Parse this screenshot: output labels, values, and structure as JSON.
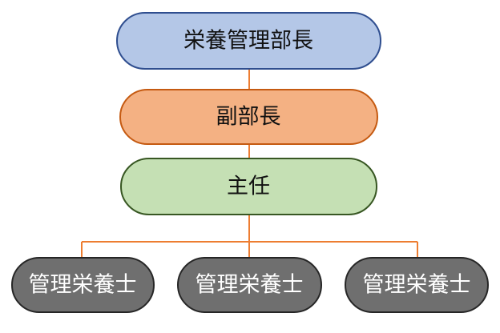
{
  "org_chart": {
    "root": {
      "label": "栄養管理部長",
      "fill": "#b4c7e7",
      "stroke": "#2f4e8f"
    },
    "second": {
      "label": "副部長",
      "fill": "#f4b183",
      "stroke": "#c55a11"
    },
    "third": {
      "label": "主任",
      "fill": "#c5e0b4",
      "stroke": "#385723"
    },
    "staff": [
      {
        "label": "管理栄養士"
      },
      {
        "label": "管理栄養士"
      },
      {
        "label": "管理栄養士"
      }
    ],
    "staff_fill": "#6f6f6f",
    "staff_stroke": "#262626",
    "connector_color": "#ed7d31"
  }
}
